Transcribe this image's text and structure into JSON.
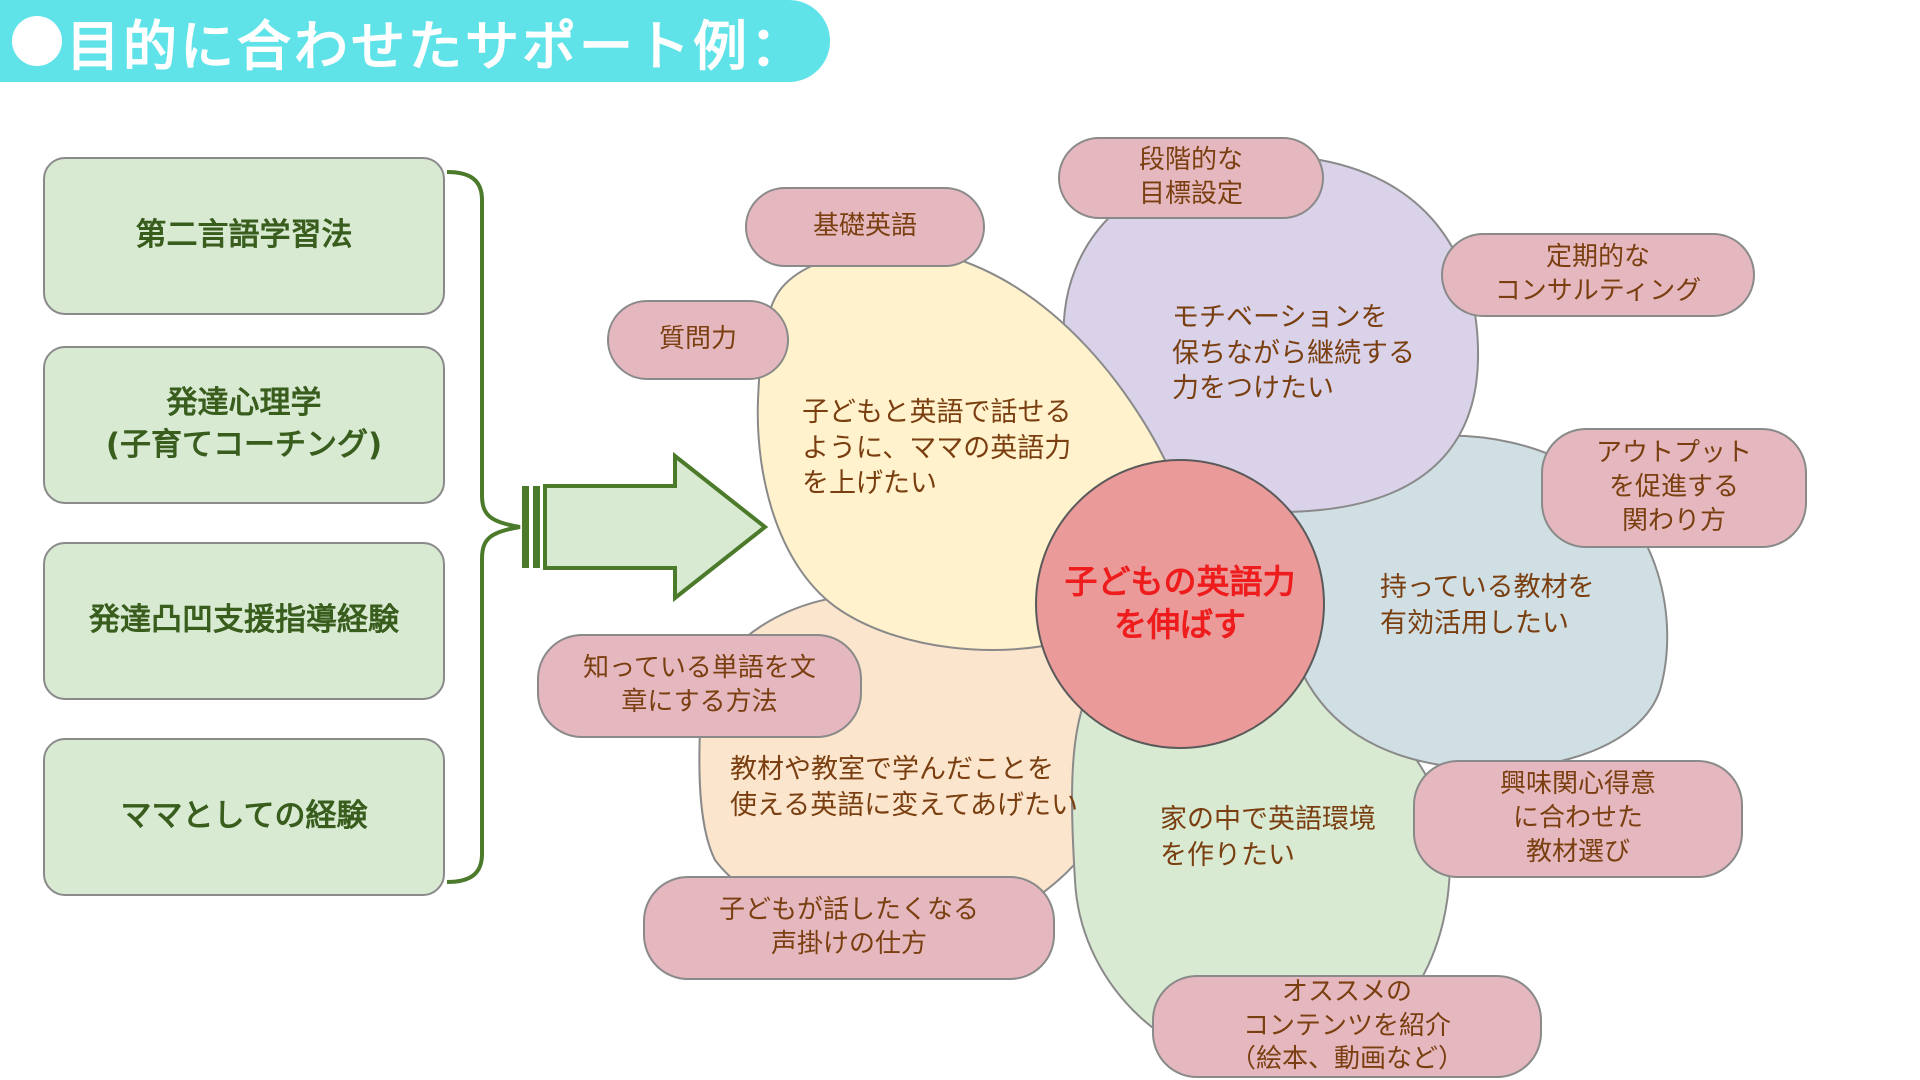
{
  "header": {
    "title": "目的に合わせたサポート例："
  },
  "sources": [
    {
      "lines": [
        "第二言語学習法"
      ]
    },
    {
      "lines": [
        "発達心理学",
        "(子育てコーチング)"
      ]
    },
    {
      "lines": [
        "発達凸凹支援指導経験"
      ]
    },
    {
      "lines": [
        "ママとしての経験"
      ]
    }
  ],
  "center": {
    "lines": [
      "子どもの英語力",
      "を伸ばす"
    ]
  },
  "goals": {
    "yellow": [
      "子どもと英語で話せる",
      "ように、ママの英語力",
      "を上げたい"
    ],
    "purple": [
      "モチベーションを",
      "保ちながら継続する",
      "力をつけたい"
    ],
    "blue": [
      "持っている教材を",
      "有効活用したい"
    ],
    "green": [
      "家の中で英語環境",
      "を作りたい"
    ],
    "orange": [
      "教材や教室で学んだことを",
      "使える英語に変えてあげたい"
    ]
  },
  "supports": {
    "kiso": [
      "基礎英語"
    ],
    "shitsumon": [
      "質問力"
    ],
    "dankai": [
      "段階的な",
      "目標設定"
    ],
    "teiki": [
      "定期的な",
      "コンサルティング"
    ],
    "output": [
      "アウトプット",
      "を促進する",
      "関わり方"
    ],
    "kyomi": [
      "興味関心得意",
      "に合わせた",
      "教材選び"
    ],
    "osusume": [
      "オススメの",
      "コンテンツを紹介",
      "（絵本、動画など）"
    ],
    "koekake": [
      "子どもが話したくなる",
      "声掛けの仕方"
    ],
    "tango": [
      "知っている単語を文",
      "章にする方法"
    ]
  },
  "colors": {
    "title_bar": "#5fe3e8",
    "source_fill": "#d9ead3",
    "source_text": "#385d1d",
    "bracket": "#4a7a2a",
    "yellow_petal": "#fff2cc",
    "purple_petal": "#d9d2e9",
    "blue_petal": "#d0dfe3",
    "green_petal": "#d9ead3",
    "orange_petal": "#fce5cd",
    "center_fill": "#ea9a99",
    "center_text": "#ee1c1c",
    "pill_fill": "#e5b8bf",
    "body_text": "#7a3f10"
  }
}
